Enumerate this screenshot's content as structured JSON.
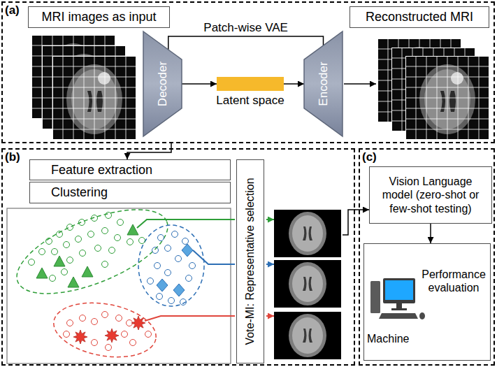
{
  "diagram": {
    "nodes": [
      {
        "text": [
          "(a)"
        ]
      },
      {
        "text": [
          "MRI images as input"
        ],
        "in": 0
      },
      {
        "text": [
          "Reconstructed MRI"
        ],
        "in": 0
      },
      {
        "text": [
          "Decoder"
        ],
        "in": 0
      },
      {
        "text": [
          "Latent space"
        ],
        "in": 0
      },
      {
        "text": [
          "Encoder"
        ],
        "in": 0
      },
      {
        "text": [
          "(b)"
        ]
      },
      {
        "text": [
          "Feature extraction"
        ],
        "in": 6
      },
      {
        "text": [
          "Clustering"
        ],
        "in": 6
      },
      {
        "text": [
          "Vote-MI: Representative selection"
        ],
        "in": 6
      },
      {
        "text": [
          "(c)"
        ]
      },
      {
        "text": [
          "Vision Language model (zero-shot or few-shot testing)"
        ],
        "in": 10
      },
      {
        "text": [
          "Performance evaluation",
          "Machine"
        ],
        "in": 10
      }
    ],
    "edges": [
      {
        "from": 3,
        "to": 5,
        "arrow": "none",
        "label": "Patch-wise VAE"
      },
      {
        "from": 3,
        "to": 4,
        "arrow": "to"
      },
      {
        "from": 4,
        "to": 5,
        "arrow": "to"
      },
      {
        "from": 0,
        "to": 7,
        "arrow": "to"
      },
      {
        "from": 6,
        "to": 11,
        "arrow": "to"
      },
      {
        "from": 11,
        "to": 12,
        "arrow": "to"
      }
    ]
  }
}
